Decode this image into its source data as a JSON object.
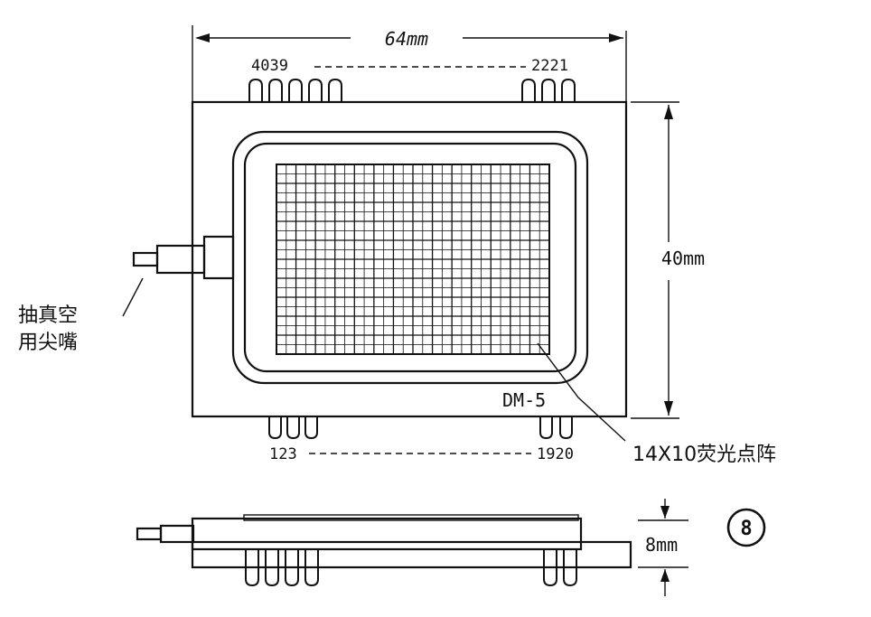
{
  "dimensions": {
    "width_label": "64mm",
    "height_label": "40mm",
    "thickness_label": "8mm"
  },
  "pins": {
    "top_left": "4039",
    "top_right": "2221",
    "bottom_left": "123",
    "bottom_right": "1920"
  },
  "model_label": "DM-5",
  "callouts": {
    "nozzle_line1": "抽真空",
    "nozzle_line2": "用尖嘴",
    "matrix": "14X10荧光点阵"
  },
  "figure_number": "8",
  "matrix": {
    "columns": 14,
    "rows": 10
  }
}
